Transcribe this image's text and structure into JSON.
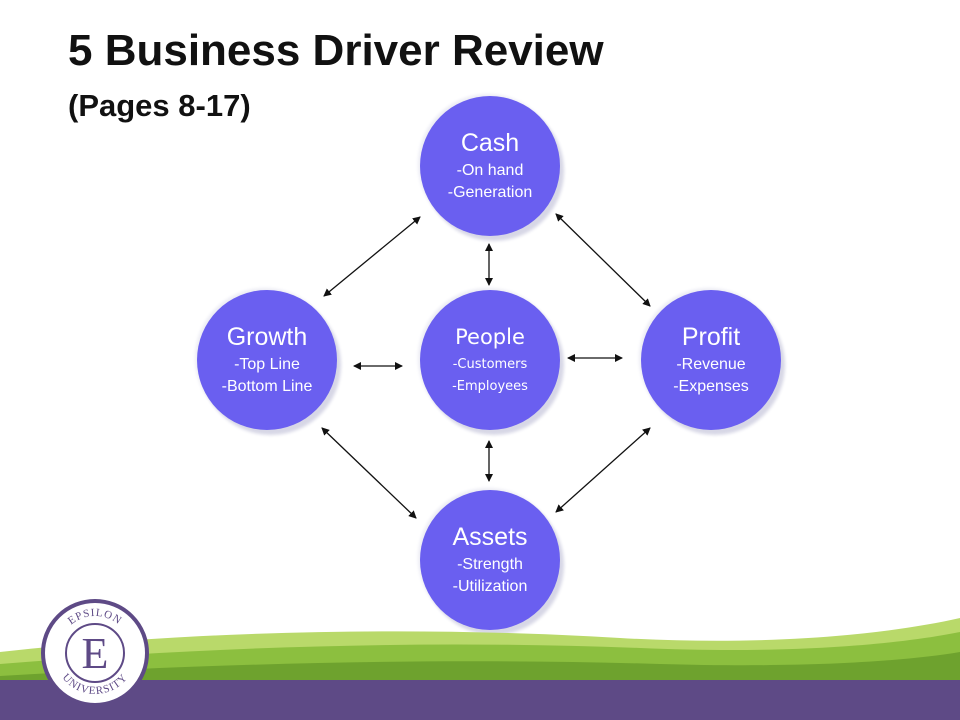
{
  "slide": {
    "title": "5 Business Driver Review",
    "subtitle": "(Pages 8-17)"
  },
  "nodes": {
    "cash": {
      "title": "Cash",
      "lines": [
        "-On hand",
        "-Generation"
      ]
    },
    "growth": {
      "title": "Growth",
      "lines": [
        "-Top Line",
        "-Bottom Line"
      ]
    },
    "people": {
      "title": "People",
      "lines": [
        "-Customers",
        "-Employees"
      ]
    },
    "profit": {
      "title": "Profit",
      "lines": [
        "-Revenue",
        "-Expenses"
      ]
    },
    "assets": {
      "title": "Assets",
      "lines": [
        "-Strength",
        "-Utilization"
      ]
    }
  },
  "logo": {
    "text": "EPSILON UNIVERSITY",
    "letter": "E"
  },
  "colors": {
    "node_fill": "#6a5ff0",
    "band_purple": "#5e4a86",
    "band_green": "#8cbf3f"
  }
}
